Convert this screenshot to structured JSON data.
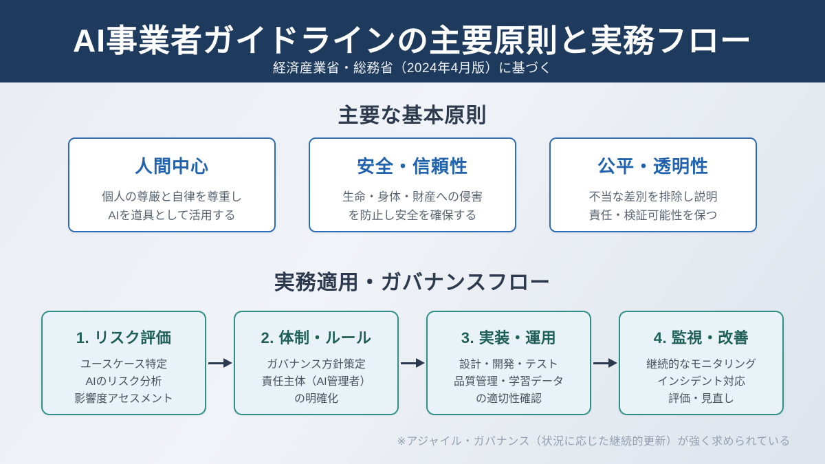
{
  "header": {
    "title": "AI事業者ガイドラインの主要原則と実務フロー",
    "subtitle": "経済産業省・総務省（2024年4月版）に基づく"
  },
  "principles_section": {
    "heading": "主要な基本原則",
    "cards": [
      {
        "title": "人間中心",
        "line1": "個人の尊厳と自律を尊重し",
        "line2": "AIを道具として活用する"
      },
      {
        "title": "安全・信頼性",
        "line1": "生命・身体・財産への侵害",
        "line2": "を防止し安全を確保する"
      },
      {
        "title": "公平・透明性",
        "line1": "不当な差別を排除し説明",
        "line2": "責任・検証可能性を保つ"
      }
    ]
  },
  "flow_section": {
    "heading": "実務適用・ガバナンスフロー",
    "steps": [
      {
        "title": "1. リスク評価",
        "line1": "ユースケース特定",
        "line2": "AIのリスク分析",
        "line3": "影響度アセスメント"
      },
      {
        "title": "2. 体制・ルール",
        "line1": "ガバナンス方針策定",
        "line2": "責任主体（AI管理者）",
        "line3": "の明確化"
      },
      {
        "title": "3. 実装・運用",
        "line1": "設計・開発・テスト",
        "line2": "品質管理・学習データ",
        "line3": "の適切性確認"
      },
      {
        "title": "4. 監視・改善",
        "line1": "継続的なモニタリング",
        "line2": "インシデント対応",
        "line3": "評価・見直し"
      }
    ]
  },
  "footnote": "※アジャイル・ガバナンス（状況に応じた継続的更新）が強く求められている",
  "colors": {
    "header_bg": "#1e3a5c",
    "principle_accent": "#2062ae",
    "principle_border": "#2e6db4",
    "flow_accent": "#1e5f57",
    "flow_border": "#2f8f85",
    "arrow": "#2c3a4f"
  }
}
